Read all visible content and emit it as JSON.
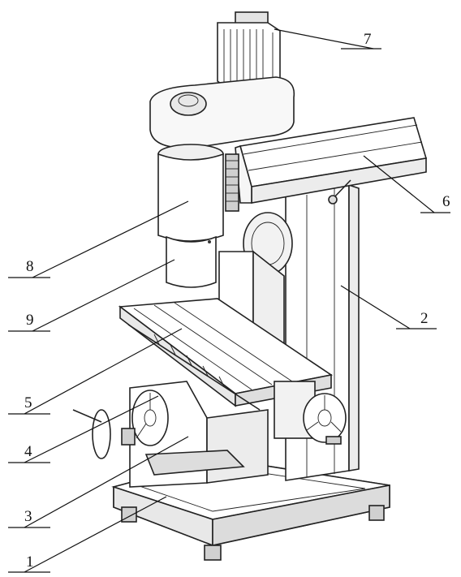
{
  "figure": {
    "top_caption": "",
    "callouts": [
      {
        "id": "1",
        "label": "1"
      },
      {
        "id": "2",
        "label": "2"
      },
      {
        "id": "3",
        "label": "3"
      },
      {
        "id": "4",
        "label": "4"
      },
      {
        "id": "5",
        "label": "5"
      },
      {
        "id": "6",
        "label": "6"
      },
      {
        "id": "7",
        "label": "7"
      },
      {
        "id": "8",
        "label": "8"
      },
      {
        "id": "9",
        "label": "9"
      }
    ]
  }
}
